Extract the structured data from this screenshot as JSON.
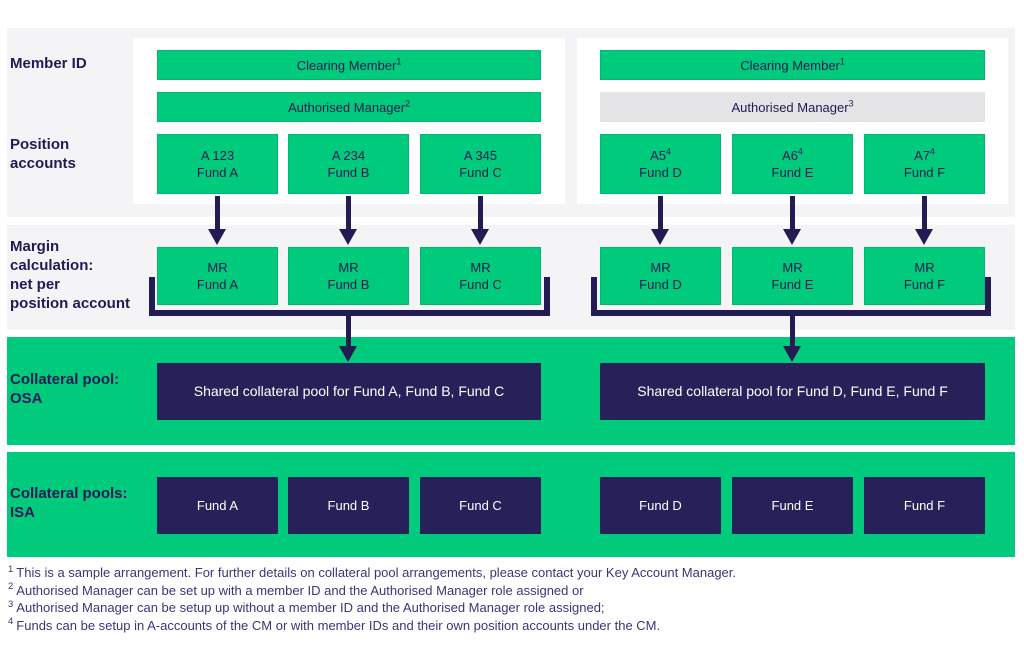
{
  "labels": {
    "member_id": "Member ID",
    "position_accounts_l1": "Position",
    "position_accounts_l2": "accounts",
    "margin_l1": "Margin",
    "margin_l2": "calculation:",
    "margin_l3": "net per",
    "margin_l4": "position account",
    "osa_l1": "Collateral pool:",
    "osa_l2": "OSA",
    "isa_l1": "Collateral pools:",
    "isa_l2": "ISA"
  },
  "groups": [
    {
      "clearing_member": {
        "label": "Clearing Member",
        "sup": "1"
      },
      "authorised_manager": {
        "label": "Authorised Manager",
        "sup": "2"
      },
      "position_accounts": [
        {
          "id": "A 123",
          "id_sup": "",
          "fund": "Fund A"
        },
        {
          "id": "A 234",
          "id_sup": "",
          "fund": "Fund B"
        },
        {
          "id": "A 345",
          "id_sup": "",
          "fund": "Fund C"
        }
      ],
      "margin_requirements": [
        {
          "line1": "MR",
          "line2": "Fund A"
        },
        {
          "line1": "MR",
          "line2": "Fund B"
        },
        {
          "line1": "MR",
          "line2": "Fund C"
        }
      ],
      "shared_pool": "Shared collateral pool for Fund A, Fund B, Fund C",
      "isa_pools": [
        "Fund A",
        "Fund B",
        "Fund C"
      ]
    },
    {
      "clearing_member": {
        "label": "Clearing Member",
        "sup": "1"
      },
      "authorised_manager": {
        "label": "Authorised Manager",
        "sup": "3"
      },
      "position_accounts": [
        {
          "id": "A5",
          "id_sup": "4",
          "fund": "Fund D"
        },
        {
          "id": "A6",
          "id_sup": "4",
          "fund": "Fund E"
        },
        {
          "id": "A7",
          "id_sup": "4",
          "fund": "Fund F"
        }
      ],
      "margin_requirements": [
        {
          "line1": "MR",
          "line2": "Fund D"
        },
        {
          "line1": "MR",
          "line2": "Fund E"
        },
        {
          "line1": "MR",
          "line2": "Fund F"
        }
      ],
      "shared_pool": "Shared collateral pool for Fund D, Fund E, Fund F",
      "isa_pools": [
        "Fund D",
        "Fund E",
        "Fund F"
      ]
    }
  ],
  "footnotes": [
    {
      "sup": "1",
      "text": "This is a sample arrangement. For further details on collateral pool arrangements, please contact your Key Account Manager."
    },
    {
      "sup": "2",
      "text": "Authorised Manager can be set up with a member ID and the Authorised Manager role assigned or"
    },
    {
      "sup": "3",
      "text": "Authorised Manager can be setup up without a member ID and the Authorised Manager role assigned;"
    },
    {
      "sup": "4",
      "text": "Funds can be setup in A-accounts of the CM or with member IDs and their own position accounts under the CM."
    }
  ],
  "colors": {
    "green": "#00ca7b",
    "navy_box": "#272159",
    "arrow_navy": "#221c52",
    "gray_band": "#f4f4f6",
    "gray_box": "#e4e4e6",
    "label_text": "#201a56",
    "footnote_text": "#3c3577"
  }
}
